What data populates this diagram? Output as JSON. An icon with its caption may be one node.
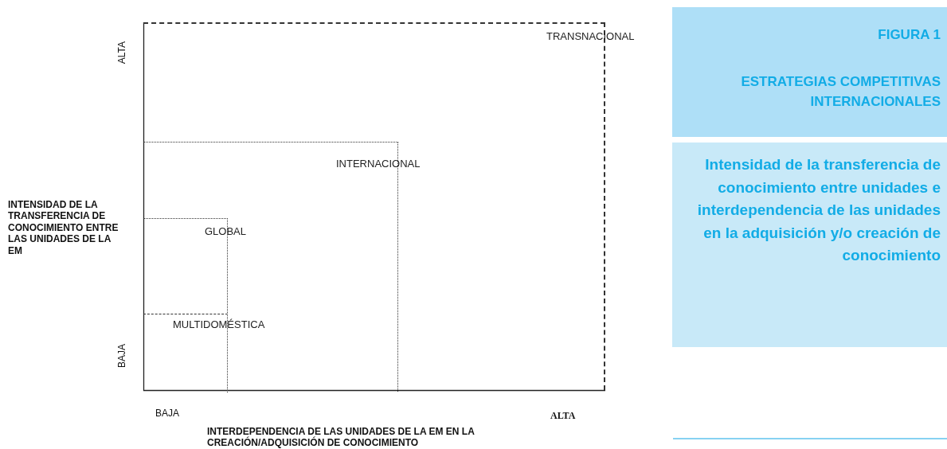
{
  "diagram": {
    "nodes": [
      {
        "text": [
          "TRANSNACIONAL"
        ]
      },
      {
        "text": [
          "INTERNACIONAL"
        ],
        "in": 0
      },
      {
        "text": [
          "GLOBAL"
        ],
        "in": 1
      },
      {
        "text": [
          "MULTIDOMÉSTICA"
        ],
        "in": 2
      },
      {
        "text": [
          "FIGURA 1",
          "ESTRATEGIAS COMPETITIVAS INTERNACIONALES"
        ]
      },
      {
        "text": [
          "Intensidad de la transferencia de conocimiento entre unidades e interdependencia de las unidades en la adquisición y/o creación de conocimiento"
        ]
      }
    ],
    "edges": [],
    "labels": [
      "ALTA",
      "INTENSIDAD DE LA TRANSFERENCIA DE CONOCIMIENTO ENTRE LAS UNIDADES DE LA EM",
      "BAJA",
      "BAJA",
      "ALTA",
      "INTERDEPENDENCIA DE LAS UNIDADES DE LA EM EN LA CREACIÓN/ADQUISICIÓN DE CONOCIMIENTO"
    ]
  }
}
